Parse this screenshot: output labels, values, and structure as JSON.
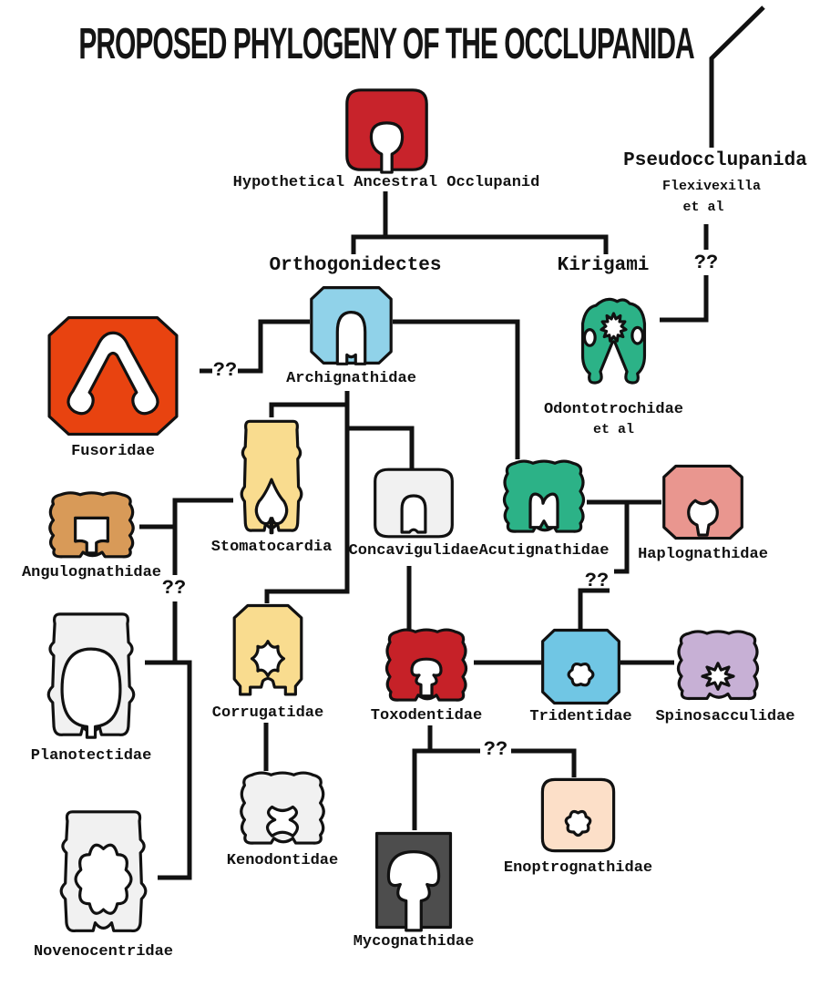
{
  "title": "PROPOSED PHYLOGENY OF THE OCCLUPANIDA",
  "root": {
    "label": "Hypothetical Ancestral Occlupanid",
    "color": "#c8232b"
  },
  "clades": {
    "left": "Orthogonidectes",
    "right": "Kirigami"
  },
  "outgroup": {
    "name": "Pseudocclupanida",
    "detail": "Flexivexilla",
    "detail2": "et al"
  },
  "uncertainty_marker": "??",
  "families": [
    {
      "id": "archignathidae",
      "label": "Archignathidae",
      "color": "#90d2e9"
    },
    {
      "id": "odontotrochidae",
      "label": "Odontotrochidae",
      "sublabel": "et al",
      "color": "#2cb287"
    },
    {
      "id": "fusoridae",
      "label": "Fusoridae",
      "color": "#e84310"
    },
    {
      "id": "stomatocardia",
      "label": "Stomatocardia",
      "color": "#f9dc8f"
    },
    {
      "id": "concavigulidae",
      "label": "Concavigulidae",
      "color": "#f1f1f1"
    },
    {
      "id": "acutignathidae",
      "label": "Acutignathidae",
      "color": "#2cb287"
    },
    {
      "id": "haplognathidae",
      "label": "Haplognathidae",
      "color": "#e9968f"
    },
    {
      "id": "angulognathidae",
      "label": "Angulognathidae",
      "color": "#d89a58"
    },
    {
      "id": "planotectidae",
      "label": "Planotectidae",
      "color": "#f1f1f1"
    },
    {
      "id": "corrugatidae",
      "label": "Corrugatidae",
      "color": "#f9dc8f"
    },
    {
      "id": "toxodentidae",
      "label": "Toxodentidae",
      "color": "#c62128"
    },
    {
      "id": "tridentidae",
      "label": "Tridentidae",
      "color": "#70c6e4"
    },
    {
      "id": "spinosacculidae",
      "label": "Spinosacculidae",
      "color": "#c7b0d5"
    },
    {
      "id": "kenodontidae",
      "label": "Kenodontidae",
      "color": "#f1f1f1"
    },
    {
      "id": "novenocentridae",
      "label": "Novenocentridae",
      "color": "#f1f1f1"
    },
    {
      "id": "mycognathidae",
      "label": "Mycognathidae",
      "color": "#4d4d4d"
    },
    {
      "id": "enoptrognathidae",
      "label": "Enoptrognathidae",
      "color": "#fcdfc8"
    }
  ]
}
